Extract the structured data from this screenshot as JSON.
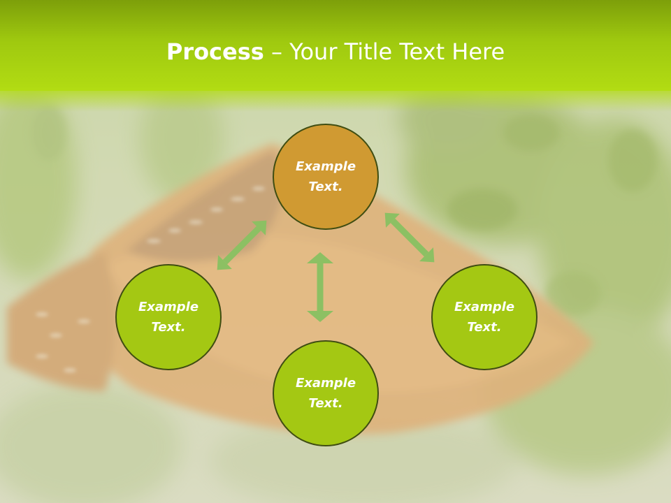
{
  "slide": {
    "title_bold": "Process",
    "title_rest": " – Your Title Text Here"
  },
  "diagram": {
    "top": "Example Text.",
    "left": "Example Text.",
    "right": "Example Text.",
    "bottom": "Example Text."
  },
  "colors": {
    "header": "#9fc90f",
    "node_green": "#a4c813",
    "node_orange": "#d09a32",
    "arrow": "#8cc063",
    "node_border": "#3f4d12"
  }
}
